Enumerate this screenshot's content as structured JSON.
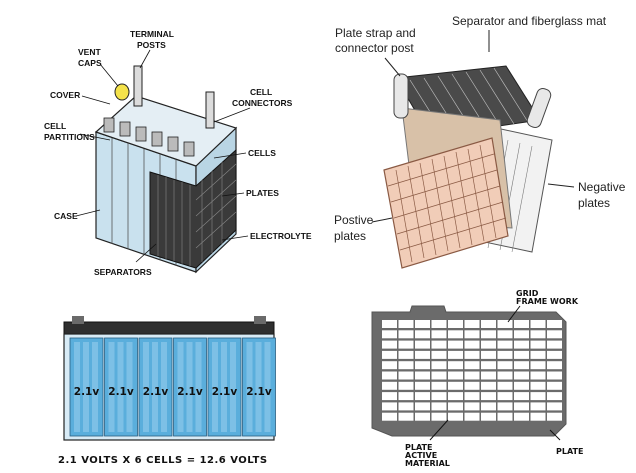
{
  "panel1": {
    "labels": {
      "terminal_posts": [
        "TERMINAL",
        "POSTS"
      ],
      "vent_caps": [
        "VENT",
        "CAPS"
      ],
      "cover": "COVER",
      "cell_partitions": [
        "CELL",
        "PARTITIONS"
      ],
      "cell_connectors": [
        "CELL",
        "CONNECTORS"
      ],
      "cells": "CELLS",
      "plates": "PLATES",
      "case": "CASE",
      "electrolyte": "ELECTROLYTE",
      "separators": "SEPARATORS"
    }
  },
  "panel2": {
    "labels": {
      "plate_strap": [
        "Plate strap and",
        "connector post"
      ],
      "separator_mat": "Separator and fiberglass mat",
      "negative_plates": [
        "Negative",
        "plates"
      ],
      "positive_plates": [
        "Postive",
        "plates"
      ]
    }
  },
  "panel3": {
    "cell_voltages": [
      "2.1v",
      "2.1v",
      "2.1v",
      "2.1v",
      "2.1v",
      "2.1v"
    ],
    "caption": "2.1 VOLTS X 6 CELLS = 12.6 VOLTS"
  },
  "panel4": {
    "labels": {
      "grid_frame_work": [
        "GRID",
        "FRAME WORK"
      ],
      "plate_active_material": [
        "PLATE",
        "ACTIVE",
        "MATERIAL"
      ],
      "plate": "PLATE"
    }
  },
  "colors": {
    "case_fill": "#c9e1ee",
    "cell_blue": "#5aaedc",
    "plate_peach": "#f1cdb8",
    "separator_tan": "#d8c1a8",
    "grid_gray": "#6b6b6b",
    "battery_top": "#2f2f2f"
  }
}
